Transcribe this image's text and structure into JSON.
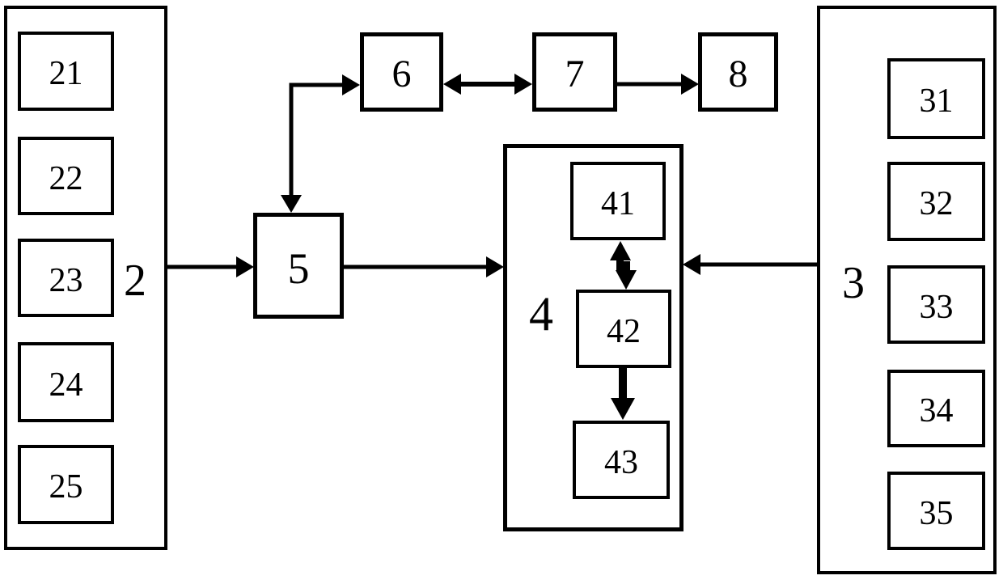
{
  "diagram": {
    "type": "block-diagram",
    "groups": {
      "g2": {
        "label": "2",
        "boxes": [
          "21",
          "22",
          "23",
          "24",
          "25"
        ]
      },
      "g3": {
        "label": "3",
        "boxes": [
          "31",
          "32",
          "33",
          "34",
          "35"
        ]
      },
      "g4": {
        "label": "4",
        "boxes": [
          "41",
          "42",
          "43"
        ]
      }
    },
    "nodes": {
      "n5": "5",
      "n6": "6",
      "n7": "7",
      "n8": "8"
    },
    "edges": [
      {
        "between": [
          "2",
          "5"
        ],
        "route": "straight",
        "arrowheads": "into-5"
      },
      {
        "between": [
          "5",
          "6"
        ],
        "route": "elbow",
        "arrowheads": "into-5-and-into-6"
      },
      {
        "between": [
          "6",
          "7"
        ],
        "route": "straight",
        "arrowheads": "both-ends"
      },
      {
        "between": [
          "7",
          "8"
        ],
        "route": "straight",
        "arrowheads": "into-8"
      },
      {
        "between": [
          "5",
          "4"
        ],
        "route": "straight",
        "arrowheads": "into-4"
      },
      {
        "between": [
          "3",
          "4"
        ],
        "route": "straight",
        "arrowheads": "into-4"
      },
      {
        "between": [
          "41",
          "42"
        ],
        "route": "straight",
        "arrowheads": "both-ends"
      },
      {
        "between": [
          "42",
          "43"
        ],
        "route": "straight",
        "arrowheads": "into-43"
      }
    ],
    "colors": {
      "line": "#000000",
      "background": "#ffffff"
    }
  }
}
